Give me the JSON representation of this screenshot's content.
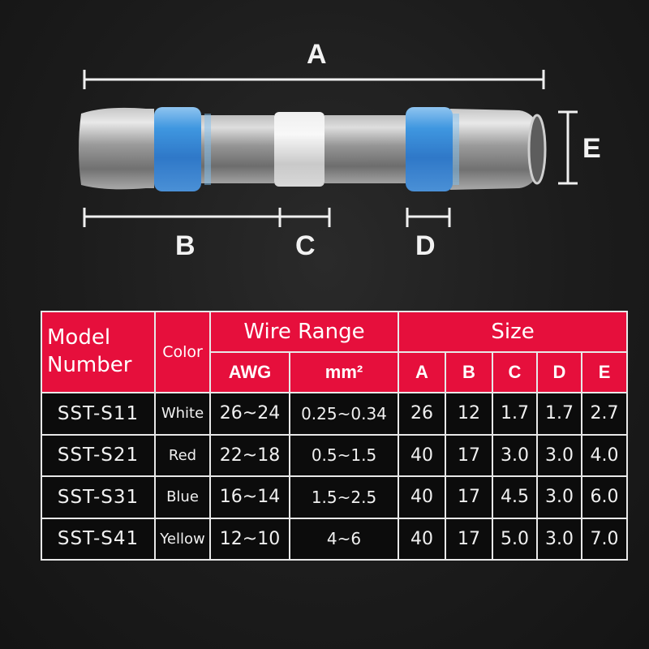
{
  "diagram": {
    "labels": {
      "a": "A",
      "b": "B",
      "c": "C",
      "d": "D",
      "e": "E"
    }
  },
  "table": {
    "headers": {
      "model": "Model Number",
      "color": "Color",
      "wire_range": "Wire Range",
      "size": "Size",
      "awg": "AWG",
      "mm2": "mm²",
      "a": "A",
      "b": "B",
      "c": "C",
      "d": "D",
      "e": "E"
    },
    "rows": [
      {
        "model": "SST-S11",
        "color": "White",
        "awg": "26~24",
        "mm2": "0.25~0.34",
        "a": "26",
        "b": "12",
        "c": "1.7",
        "d": "1.7",
        "e": "2.7"
      },
      {
        "model": "SST-S21",
        "color": "Red",
        "awg": "22~18",
        "mm2": "0.5~1.5",
        "a": "40",
        "b": "17",
        "c": "3.0",
        "d": "3.0",
        "e": "4.0"
      },
      {
        "model": "SST-S31",
        "color": "Blue",
        "awg": "16~14",
        "mm2": "1.5~2.5",
        "a": "40",
        "b": "17",
        "c": "4.5",
        "d": "3.0",
        "e": "6.0"
      },
      {
        "model": "SST-S41",
        "color": "Yellow",
        "awg": "12~10",
        "mm2": "4~6",
        "a": "40",
        "b": "17",
        "c": "5.0",
        "d": "3.0",
        "e": "7.0"
      }
    ]
  },
  "colors": {
    "header_red": "#e60f3c",
    "ring_blue": "#2f86d8"
  }
}
